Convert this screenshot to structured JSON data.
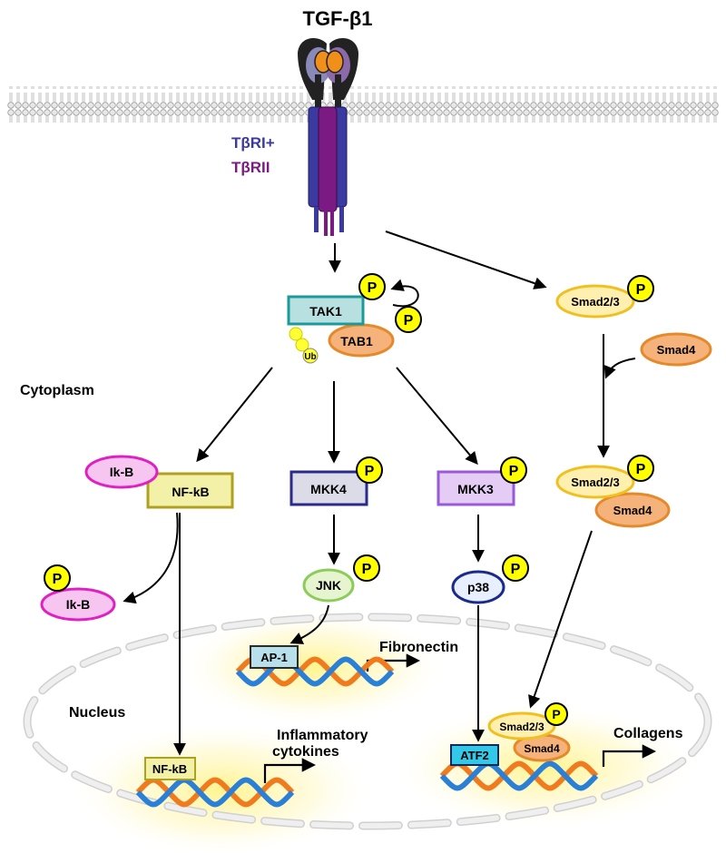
{
  "title": "TGF-β1",
  "receptor": {
    "label_1": "TβRI+",
    "label_2": "TβRII",
    "color_1": "#3b3aa0",
    "color_2": "#7b1a82"
  },
  "compartments": {
    "cytoplasm": "Cytoplasm",
    "nucleus": "Nucleus"
  },
  "phospho": "P",
  "ubiquitin": "Ub",
  "proteins": {
    "tak1": "TAK1",
    "tab1": "TAB1",
    "smad23_top": "Smad2/3",
    "smad4_top": "Smad4",
    "smad23_complex": "Smad2/3",
    "smad4_complex": "Smad4",
    "ikb": "Ik-B",
    "nfkb": "NF-kB",
    "mkk4": "MKK4",
    "mkk3": "MKK3",
    "ikb_p": "Ik-B",
    "jnk": "JNK",
    "p38": "p38",
    "ap1": "AP-1",
    "nfkb_nuclear": "NF-kB",
    "atf2": "ATF2",
    "smad23_nuclear": "Smad2/3",
    "smad4_nuclear": "Smad4"
  },
  "targets": {
    "fibronectin": "Fibronectin",
    "inflammatory_1": "Inflammatory",
    "inflammatory_2": "cytokines",
    "collagens": "Collagens"
  },
  "colors": {
    "phospho_fill": "#ffff00",
    "tak1": "#b8e0e0",
    "tab1": "#f5b27a",
    "smad23": "#fff0b0",
    "smad4": "#f5b27a",
    "ikb": "#f7c6f0",
    "nfkb": "#f3f0a8",
    "mkk4": "#dcdce8",
    "mkk3": "#e4ccf4",
    "jnk": "#e6f5d0",
    "p38": "#e8f0ff",
    "ap1": "#b8e0ec",
    "atf2": "#33c7e8",
    "dna_orange": "#f07a1e",
    "dna_blue": "#2a7fd6"
  }
}
